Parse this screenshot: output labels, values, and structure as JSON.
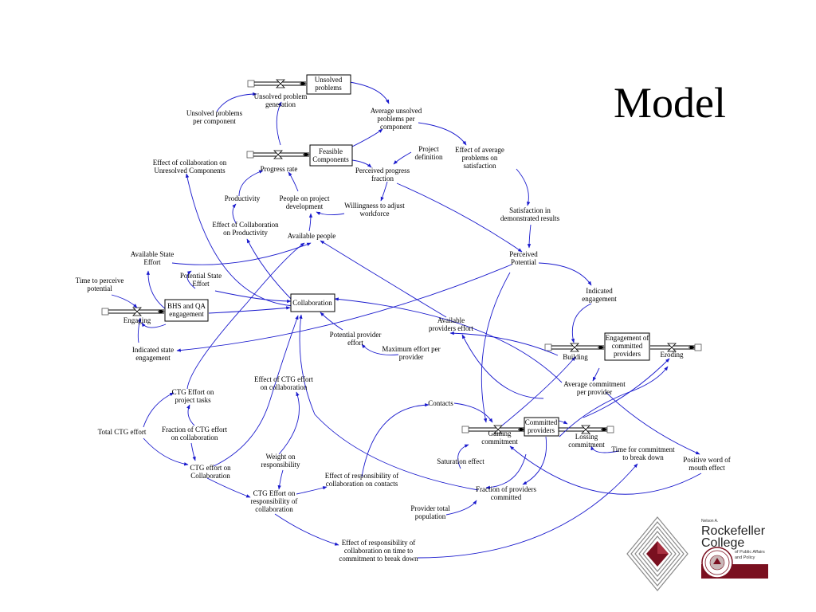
{
  "slide": {
    "title": "Model"
  },
  "stocks": {
    "unsolved": [
      "Unsolved",
      "problems"
    ],
    "feasible": [
      "Feasible",
      "Components"
    ],
    "bhs": [
      "BHS and QA",
      "engagement"
    ],
    "collaboration": [
      "Collaboration"
    ],
    "engagement": [
      "Engagement of",
      "committed",
      "providers"
    ],
    "committed": [
      "Committed",
      "providers"
    ]
  },
  "flows": {
    "unsolved_gen": [
      "Unsolved problem",
      "generation"
    ],
    "progress": [
      "Progress rate"
    ],
    "engaging": [
      "Engaging"
    ],
    "building": [
      "Building"
    ],
    "eroding": [
      "Eroding"
    ],
    "gaining": [
      "Gaining",
      "commitment"
    ],
    "losing": [
      "Lossing",
      "commitment"
    ]
  },
  "variables": {
    "unsolved_per_comp": [
      "Unsolved problems",
      "per component"
    ],
    "avg_unsolved": [
      "Average unsolved",
      "problems per",
      "component"
    ],
    "project_def": [
      "Project",
      "definition"
    ],
    "effect_avg_sat": [
      "Effect of average",
      "problems on",
      "satisfaction"
    ],
    "effect_collab_unresolved": [
      "Effect of collaboration on",
      "Unresolved Components"
    ],
    "perceived_progress": [
      "Perceived progress",
      "fraction"
    ],
    "productivity": [
      "Productivity"
    ],
    "people_dev": [
      "People on project",
      "development"
    ],
    "willingness": [
      "Willingness to adjust",
      "workforce"
    ],
    "satisfaction": [
      "Satisfaction in",
      "demonstrated results"
    ],
    "effect_collab_prod": [
      "Effect of Collaboration",
      "on Productivity"
    ],
    "available_people": [
      "Available people"
    ],
    "available_state": [
      "Available State",
      "Effort"
    ],
    "potential_state": [
      "Potential State",
      "Effort"
    ],
    "perceived_potential": [
      "Perceived",
      "Potential"
    ],
    "time_perceive": [
      "Time to perceive",
      "potential"
    ],
    "indicated_engagement": [
      "Indicated",
      "engagement"
    ],
    "available_providers": [
      "Available",
      "providers effort"
    ],
    "potential_provider": [
      "Potential provider",
      "effort"
    ],
    "indicated_state": [
      "Indicated state",
      "engagement"
    ],
    "max_effort": [
      "Maximum effort per",
      "provider"
    ],
    "effect_ctg_collab": [
      "Effect of CTG effort",
      "on collaboration"
    ],
    "avg_commitment": [
      "Average commitment",
      "per provider"
    ],
    "ctg_project": [
      "CTG Effort on",
      "project tasks"
    ],
    "contacts": [
      "Contacts"
    ],
    "total_ctg": [
      "Total CTG effort"
    ],
    "fraction_ctg": [
      "Fraction of CTG effort",
      "on collaboration"
    ],
    "weight_resp": [
      "Weight on",
      "responsibility"
    ],
    "time_commit": [
      "Time for commitment",
      "to break down"
    ],
    "pos_word": [
      "Positive word of",
      "mouth effect"
    ],
    "saturation": [
      "Saturation effect"
    ],
    "ctg_collab": [
      "CTG effort on",
      "Collaboration"
    ],
    "effect_resp_contacts": [
      "Effect of responsibility of",
      "collaboration on contacts"
    ],
    "frac_committed": [
      "Fraction of providers",
      "committed"
    ],
    "ctg_resp": [
      "CTG Effort on",
      "responsibility of",
      "collaboration"
    ],
    "provider_pop": [
      "Provider total",
      "population"
    ],
    "effect_resp_time": [
      "Effect of responsibility of",
      "collaboration on time to",
      "commitment to break down"
    ]
  },
  "logo": {
    "line1": "Nelson A.",
    "line2": "Rockefeller",
    "line3": "College",
    "line4": "of Public Affairs",
    "line5": "and Policy",
    "colors": {
      "maroon": "#7a1020",
      "gray": "#8a8a8a"
    }
  },
  "colors": {
    "link": "#1a1acd",
    "text": "#000000"
  }
}
